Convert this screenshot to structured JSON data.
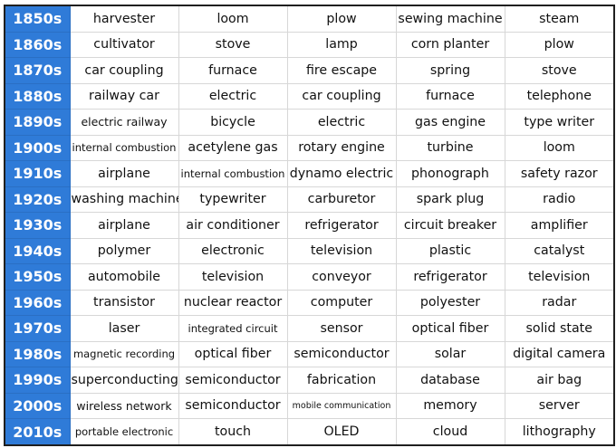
{
  "chart_data": {
    "type": "table",
    "columns": 5,
    "rows": [
      {
        "decade": "1850s",
        "terms": [
          "harvester",
          "loom",
          "plow",
          "sewing machine",
          "steam"
        ]
      },
      {
        "decade": "1860s",
        "terms": [
          "cultivator",
          "stove",
          "lamp",
          "corn planter",
          "plow"
        ]
      },
      {
        "decade": "1870s",
        "terms": [
          "car coupling",
          "furnace",
          "fire escape",
          "spring",
          "stove"
        ]
      },
      {
        "decade": "1880s",
        "terms": [
          "railway car",
          "electric",
          "car coupling",
          "furnace",
          "telephone"
        ]
      },
      {
        "decade": "1890s",
        "terms": [
          "electric railway",
          "bicycle",
          "electric",
          "gas engine",
          "type writer"
        ]
      },
      {
        "decade": "1900s",
        "terms": [
          "internal combustion",
          "acetylene gas",
          "rotary engine",
          "turbine",
          "loom"
        ]
      },
      {
        "decade": "1910s",
        "terms": [
          "airplane",
          "internal combustion",
          "dynamo electric",
          "phonograph",
          "safety razor"
        ]
      },
      {
        "decade": "1920s",
        "terms": [
          "washing machine",
          "typewriter",
          "carburetor",
          "spark plug",
          "radio"
        ]
      },
      {
        "decade": "1930s",
        "terms": [
          "airplane",
          "air conditioner",
          "refrigerator",
          "circuit breaker",
          "amplifier"
        ]
      },
      {
        "decade": "1940s",
        "terms": [
          "polymer",
          "electronic",
          "television",
          "plastic",
          "catalyst"
        ]
      },
      {
        "decade": "1950s",
        "terms": [
          "automobile",
          "television",
          "conveyor",
          "refrigerator",
          "television"
        ]
      },
      {
        "decade": "1960s",
        "terms": [
          "transistor",
          "nuclear reactor",
          "computer",
          "polyester",
          "radar"
        ]
      },
      {
        "decade": "1970s",
        "terms": [
          "laser",
          "integrated circuit",
          "sensor",
          "optical fiber",
          "solid state"
        ]
      },
      {
        "decade": "1980s",
        "terms": [
          "magnetic recording",
          "optical fiber",
          "semiconductor",
          "solar",
          "digital camera"
        ]
      },
      {
        "decade": "1990s",
        "terms": [
          "superconducting",
          "semiconductor",
          "fabrication",
          "database",
          "air bag"
        ]
      },
      {
        "decade": "2000s",
        "terms": [
          "wireless network",
          "semiconductor",
          "mobile communication",
          "memory",
          "server"
        ]
      },
      {
        "decade": "2010s",
        "terms": [
          "portable electronic",
          "touch",
          "OLED",
          "cloud",
          "lithography"
        ]
      }
    ]
  },
  "colors": {
    "decade_bg": "#2f7bd8",
    "decade_text": "#ffffff",
    "cell_text": "#111111",
    "grid": "#d7d7d7",
    "frame": "#1f1f1f"
  }
}
